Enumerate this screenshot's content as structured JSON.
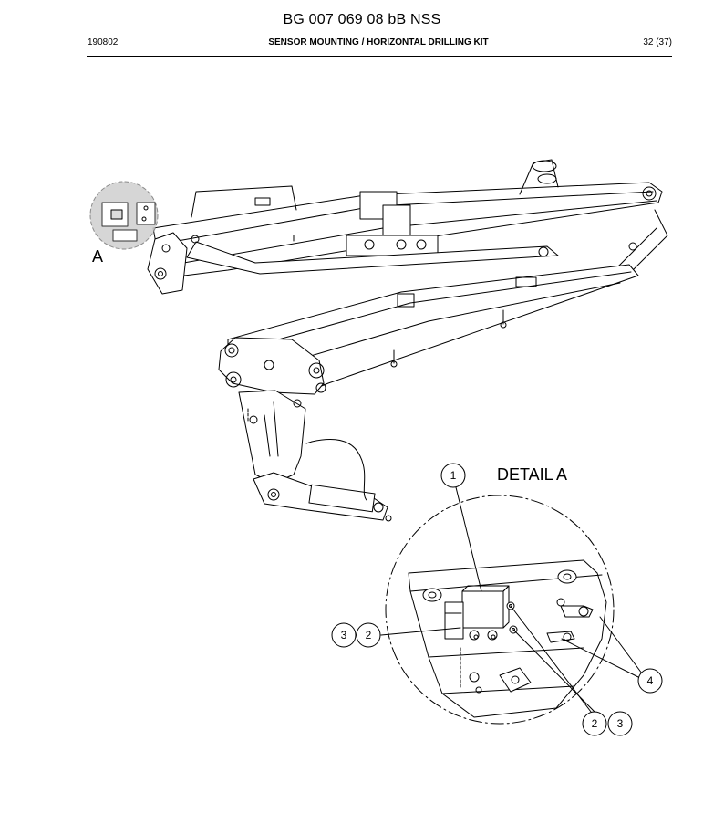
{
  "header": {
    "doc_number": "BG 007 069 08 bB NSS",
    "date": "190802",
    "title": "SENSOR MOUNTING / HORIZONTAL DRILLING KIT",
    "page": "32 (37)"
  },
  "drawing": {
    "view_label": "A",
    "detail_title": "DETAIL A",
    "callouts": {
      "c1": "1",
      "c3_left": "3",
      "c2_left": "2",
      "c4": "4",
      "c2_bottom": "2",
      "c3_bottom": "3"
    }
  }
}
